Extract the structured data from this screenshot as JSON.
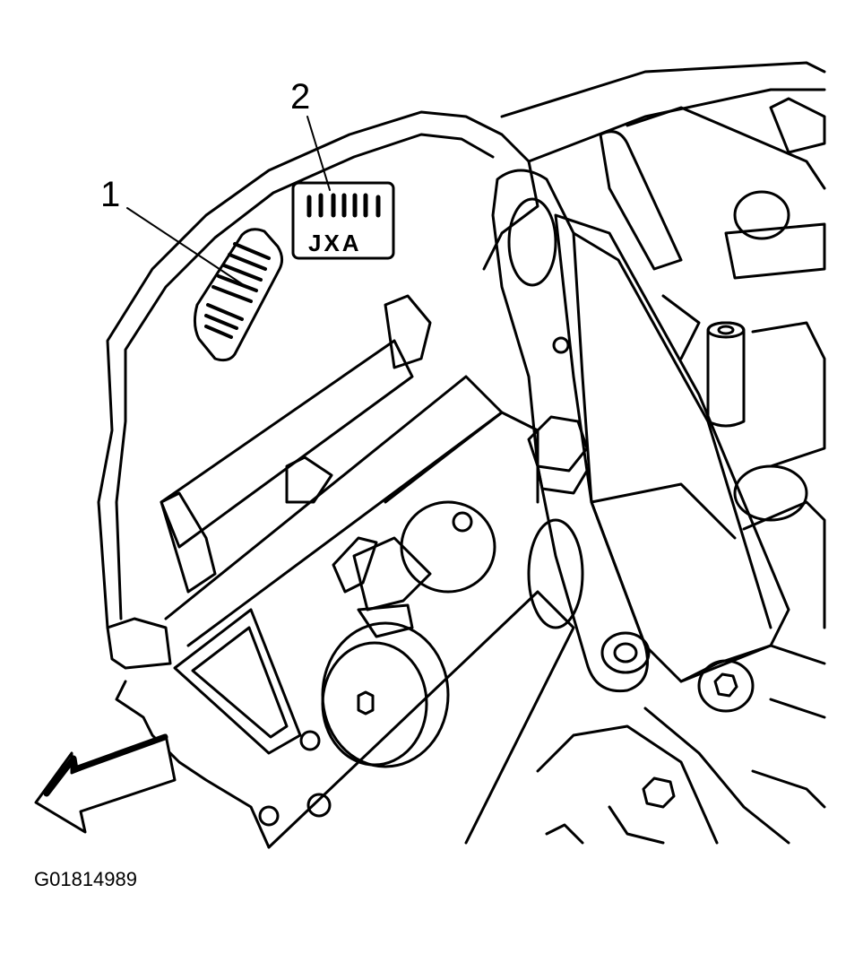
{
  "callouts": [
    {
      "number": "1",
      "target": "barcode-label"
    },
    {
      "number": "2",
      "target": "broadcast-code-label"
    }
  ],
  "broadcast_label_text": "JXA",
  "figure_id": "G01814989",
  "colors": {
    "line": "#000000",
    "background": "#ffffff"
  }
}
